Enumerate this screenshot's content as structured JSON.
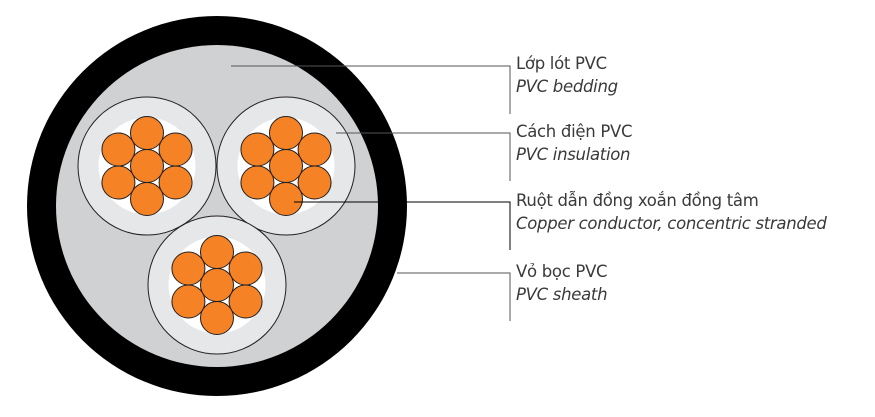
{
  "title": "Cable cross-section: 3-core copper conductor, PVC insulated, PVC bedding, PVC sheathed",
  "colors": {
    "sheath": "#000000",
    "bedding": "#d0d1d3",
    "insulation": "#e6e7e9",
    "conductor": "#f58325",
    "conductor_gap": "#ffffff",
    "outline": "#231f20",
    "leader_line": "#555555",
    "text": "#3a3a3a"
  },
  "cable": {
    "cores": 3,
    "strands_per_core": 7,
    "stranding": "1 center + 6 around"
  },
  "labels": [
    {
      "id": "bedding",
      "vi": "Lớp lót PVC",
      "en": "PVC bedding"
    },
    {
      "id": "insulation",
      "vi": "Cách điện PVC",
      "en": "PVC insulation"
    },
    {
      "id": "conductor",
      "vi": "Ruột dẫn đồng xoắn đồng tâm",
      "en": "Copper conductor, concentric stranded"
    },
    {
      "id": "sheath",
      "vi": "Vỏ bọc PVC",
      "en": "PVC sheath"
    }
  ]
}
